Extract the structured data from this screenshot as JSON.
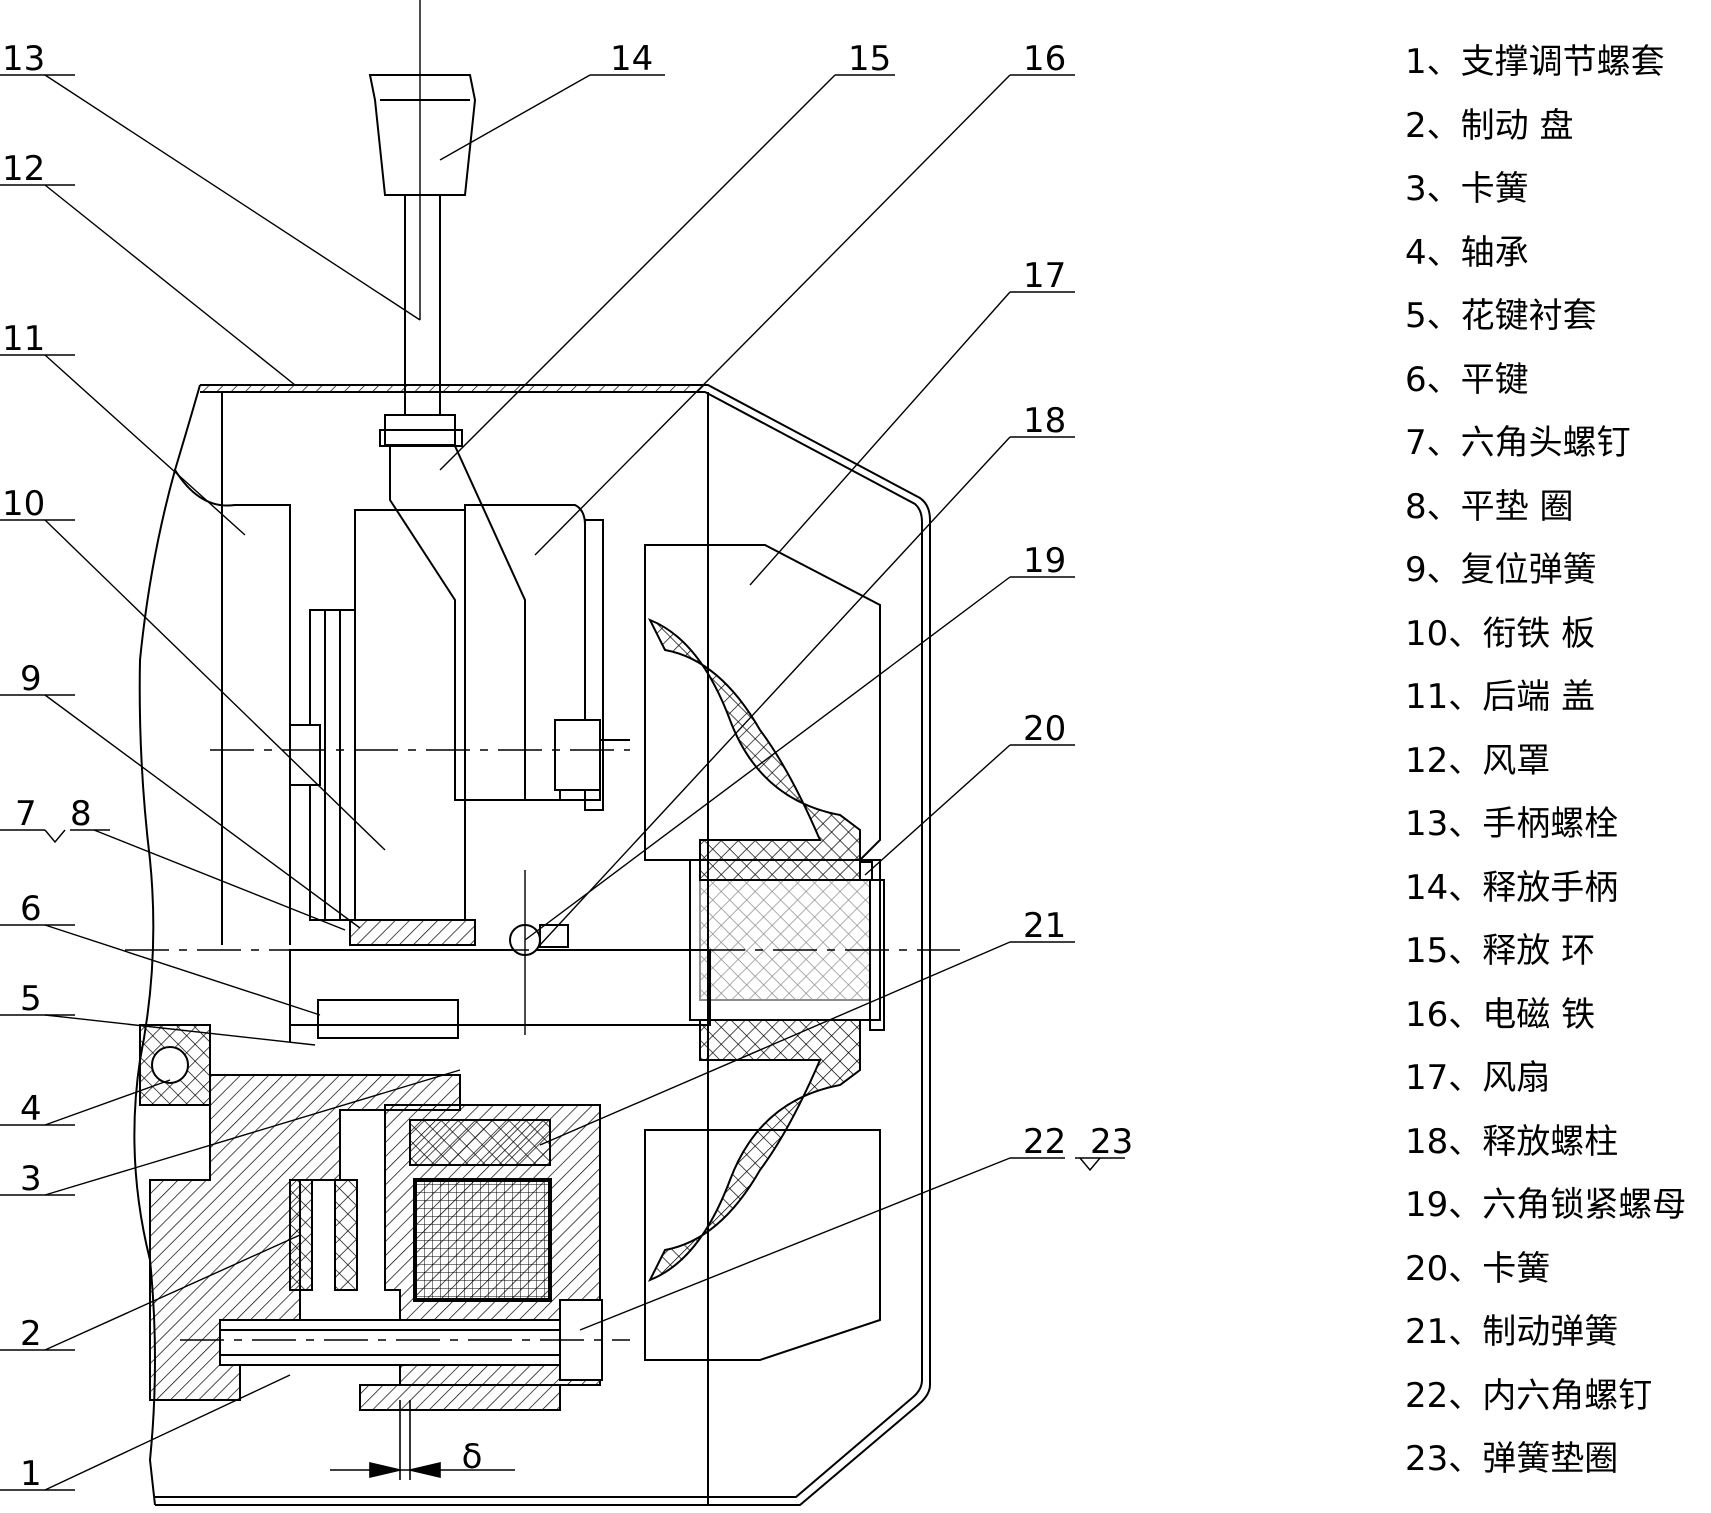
{
  "callouts": [
    "13",
    "14",
    "15",
    "16",
    "12",
    "17",
    "11",
    "18",
    "10",
    "19",
    "9",
    "20",
    "7",
    "8",
    "6",
    "21",
    "5",
    "22",
    "23",
    "4",
    "3",
    "2",
    "1"
  ],
  "gap_symbol": "δ",
  "legend": [
    "1、支撑调节螺套",
    "2、制动 盘",
    "3、卡簧",
    "4、轴承",
    "5、花键衬套",
    "6、平键",
    "7、六角头螺钉",
    "8、平垫 圈",
    "9、复位弹簧",
    "10、衔铁 板",
    "11、后端 盖",
    "12、风罩",
    "13、手柄螺栓",
    "14、释放手柄",
    "15、释放 环",
    "16、电磁 铁",
    "17、风扇",
    "18、释放螺柱",
    "19、六角锁紧螺母",
    "20、卡簧",
    "21、制动弹簧",
    "22、内六角螺钉",
    "23、弹簧垫圈"
  ]
}
